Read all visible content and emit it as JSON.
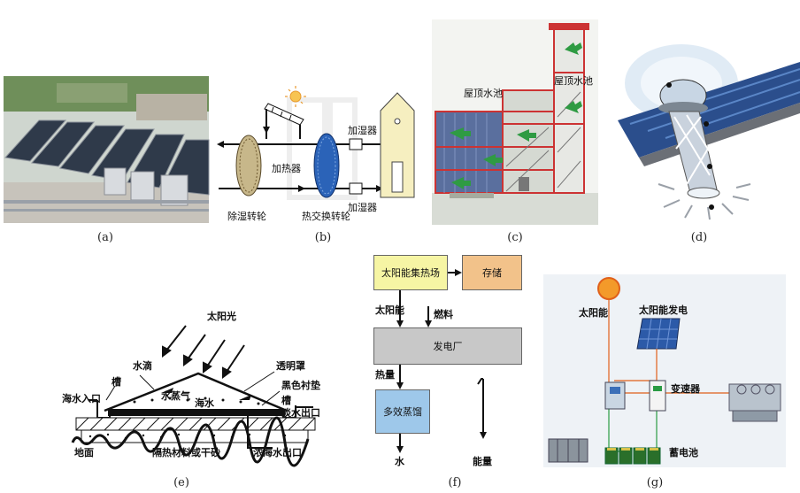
{
  "captions": {
    "a": "(a)",
    "b": "(b)",
    "c": "(c)",
    "d": "(d)",
    "e": "(e)",
    "f": "(f)",
    "g": "(g)"
  },
  "panel_b": {
    "heater": "加热器",
    "humidifier_top": "加湿器",
    "humidifier_bottom": "加湿器",
    "dehumid_wheel": "除湿转轮",
    "heat_exchange_wheel": "热交换转轮"
  },
  "panel_c": {
    "roof_pool_left": "屋顶水池",
    "roof_pool_right": "屋顶水池"
  },
  "panel_e": {
    "sunlight": "太阳光",
    "water_drop": "水滴",
    "cover": "透明罩",
    "trough_left": "槽",
    "black_liner": "黑色衬垫",
    "seawater_inlet": "海水入口",
    "vapor": "水蒸气",
    "seawater": "海水",
    "trough_right": "槽",
    "freshwater_outlet": "淡水出口",
    "ground": "地面",
    "insulation": "隔热材料或干砂",
    "brine_outlet": "浓海水出口"
  },
  "panel_f": {
    "solar_field": "太阳能集热场",
    "storage": "存储",
    "solar_energy": "太阳能",
    "fuel": "燃料",
    "power_plant": "发电厂",
    "heat": "热量",
    "distillation": "多效蒸馏",
    "water": "水",
    "energy": "能量",
    "colors": {
      "solar_field": "#f6f5a4",
      "storage": "#f2c28a",
      "power_plant": "#c8c8c8",
      "distillation": "#9ec8ea"
    }
  },
  "panel_g": {
    "solar_energy": "太阳能",
    "pv_power": "太阳能发电",
    "inverter": "变速器",
    "battery": "蓄电池"
  }
}
